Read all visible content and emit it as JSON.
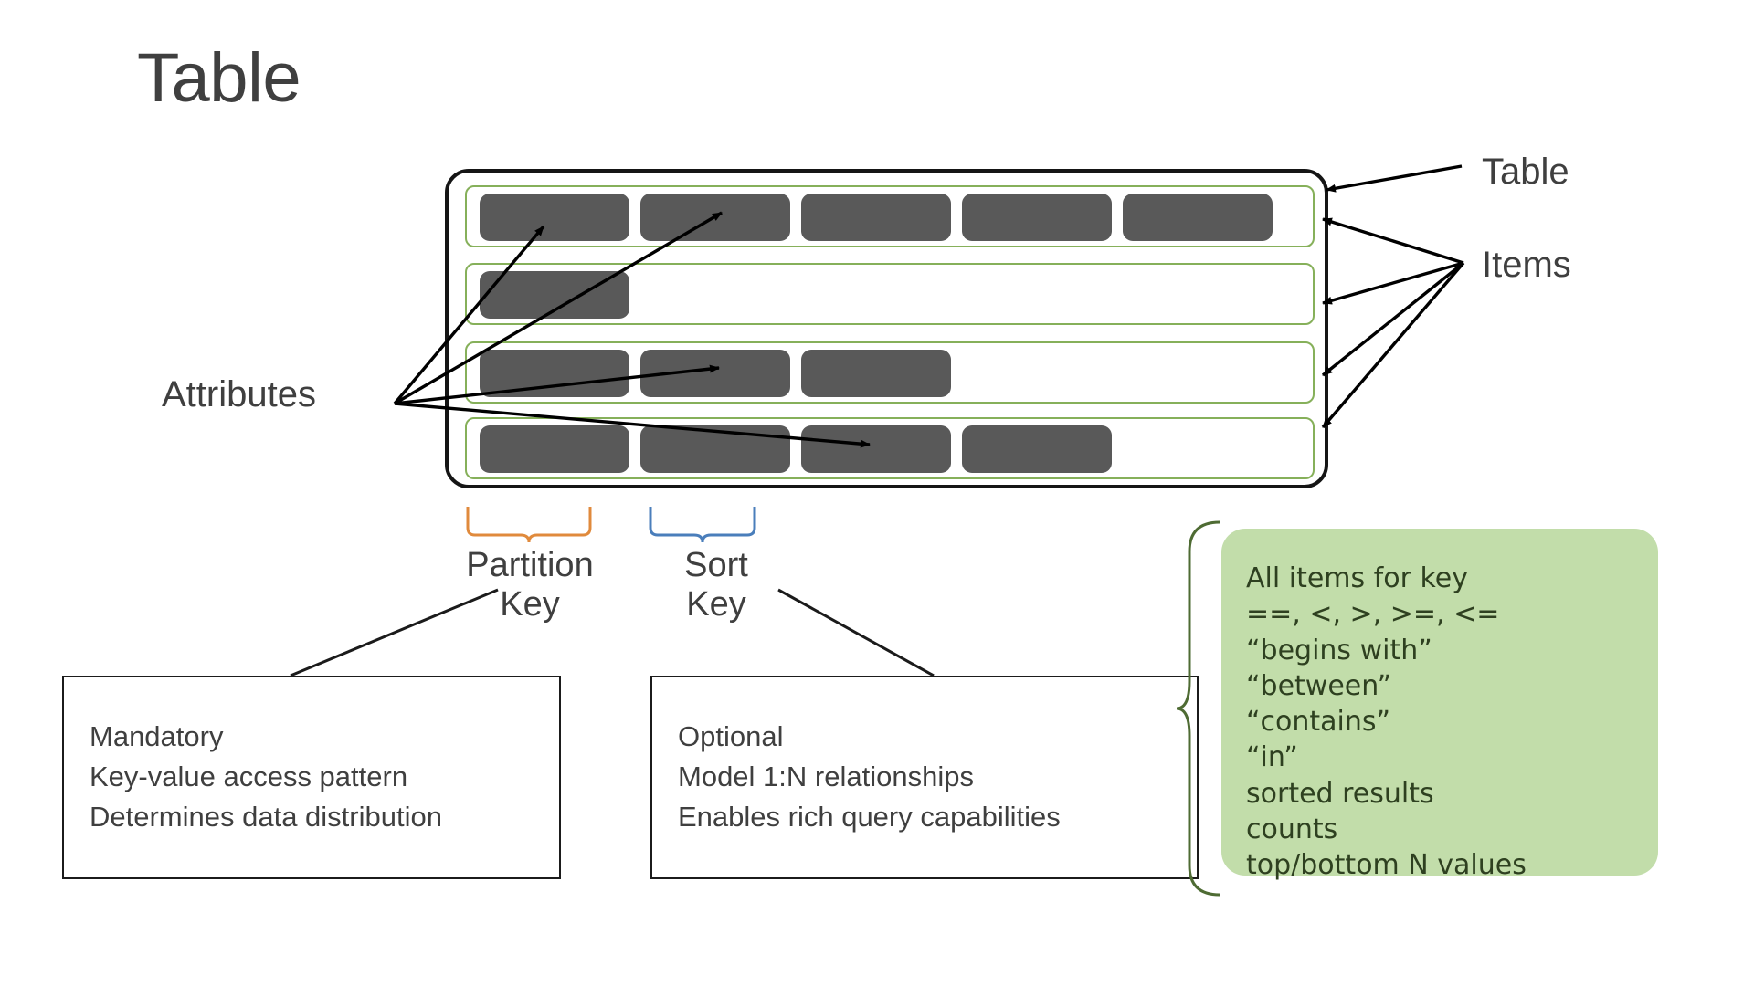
{
  "page": {
    "title": "Table",
    "background": "#ffffff"
  },
  "colors": {
    "title_text": "#3f3f3f",
    "table_border": "#151515",
    "item_border": "#86b05a",
    "attribute_fill": "#595959",
    "partition_brace": "#e08a3c",
    "sort_brace": "#4a7ebb",
    "callout_fill": "#c2ddaa",
    "callout_text": "#2e4020",
    "callout_brace": "#4e6b33",
    "arrow": "#000000"
  },
  "table": {
    "label": "Table",
    "items_label": "Items",
    "attributes_label": "Attributes",
    "rows": [
      {
        "name": "item-row-1",
        "attribute_widths": [
          164,
          164,
          164,
          164,
          164
        ]
      },
      {
        "name": "item-row-2",
        "attribute_widths": [
          164
        ]
      },
      {
        "name": "item-row-3",
        "attribute_widths": [
          164,
          164,
          164
        ]
      },
      {
        "name": "item-row-4",
        "attribute_widths": [
          164,
          164,
          164,
          164
        ]
      }
    ]
  },
  "keys": {
    "partition": {
      "brace_label": "Partition\nKey",
      "label_line1": "Partition",
      "label_line2": "Key",
      "description": [
        "Mandatory",
        "Key-value access pattern",
        "Determines data distribution"
      ]
    },
    "sort": {
      "brace_label": "Sort\nKey",
      "label_line1": "Sort",
      "label_line2": "Key",
      "description": [
        "Optional",
        "Model 1:N relationships",
        "Enables rich query capabilities"
      ]
    }
  },
  "callout": {
    "lines": [
      "All items for key",
      "==, <, >, >=, <=",
      "“begins with”",
      "“between”",
      "“contains”",
      "“in”",
      "sorted results",
      "counts",
      "top/bottom N values"
    ]
  }
}
